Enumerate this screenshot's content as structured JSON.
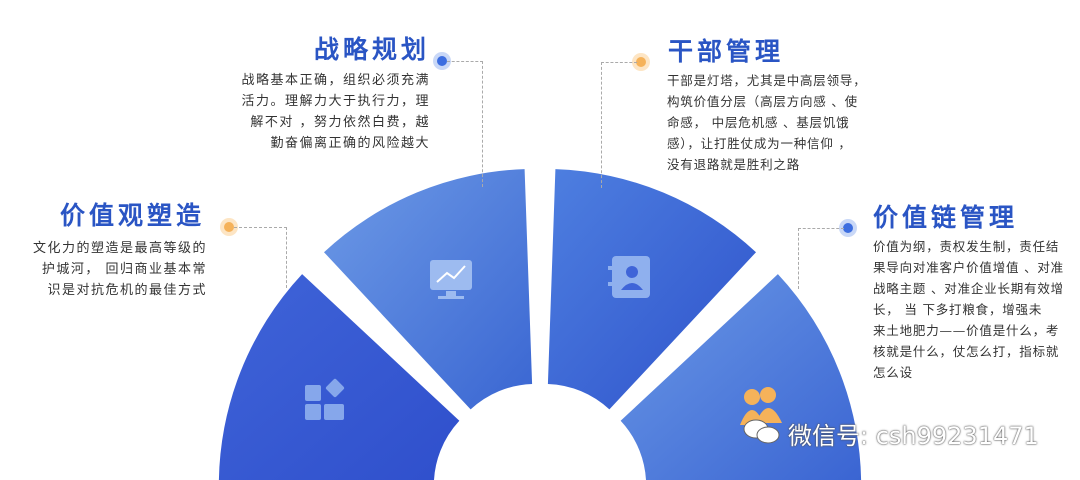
{
  "sections": [
    {
      "title": "价值观塑造",
      "lines": [
        "文化力的塑造是最高等级的",
        "护城河， 回归商业基本常",
        "识是对抗危机的最佳方式"
      ],
      "icon": "blocks-icon"
    },
    {
      "title": "战略规划",
      "lines": [
        "战略基本正确，组织必须充满",
        "活力。理解力大于执行力，理",
        "解不对 ，努力依然白费，越",
        "勤奋偏离正确的风险越大"
      ],
      "icon": "monitor-chart-icon"
    },
    {
      "title": "干部管理",
      "lines": [
        "干部是灯塔，尤其是中高层领导，",
        "构筑价值分层（高层方向感 、使",
        "命感， 中层危机感 、基层饥饿",
        "感），让打胜仗成为一种信仰 ，",
        "没有退路就是胜利之路"
      ],
      "icon": "contact-card-icon"
    },
    {
      "title": "价值链管理",
      "lines": [
        "价值为纲，责权发生制，责任结",
        "果导向对准客户价值增值 、对准",
        "战略主题 、对准企业长期有效增",
        "长， 当    下多打粮食，增强未",
        "来土地肥力——价值是什么，考",
        "核就是什么，仗怎么打，指标就",
        "怎么设"
      ],
      "icon": "people-icon"
    }
  ],
  "watermark": "微信号: csh99231471",
  "colors": {
    "title": "#2a55c4",
    "segment_light": "#5b8be0",
    "segment_dark": "#2f55cc",
    "accent_orange": "#f5b25a"
  }
}
